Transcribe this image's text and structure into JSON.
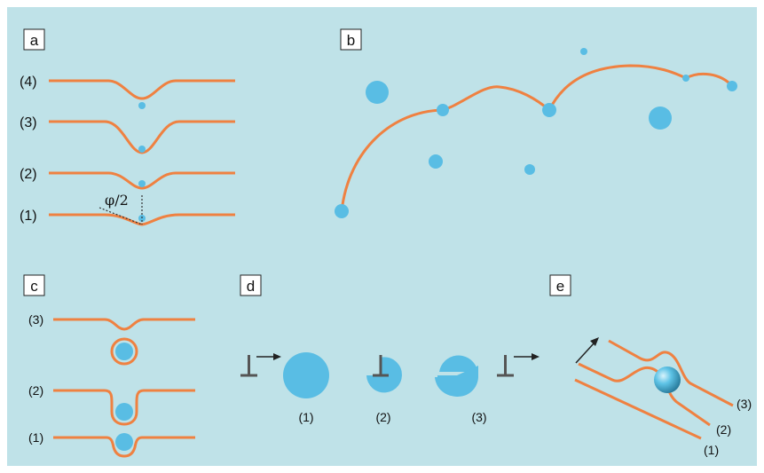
{
  "colors": {
    "background": "#bfe2e8",
    "line": "#ef8141",
    "particle": "#59bde4",
    "ink": "#333333"
  },
  "panels": {
    "a": {
      "letter": "a",
      "labels": [
        "(4)",
        "(3)",
        "(2)",
        "(1)"
      ],
      "angle_label": "φ/2"
    },
    "b": {
      "letter": "b"
    },
    "c": {
      "letter": "c",
      "labels": [
        "(3)",
        "(2)",
        "(1)"
      ]
    },
    "d": {
      "letter": "d",
      "labels": [
        "(1)",
        "(2)",
        "(3)"
      ],
      "icons": [
        "dislocation-icon",
        "arrow-right-icon"
      ]
    },
    "e": {
      "letter": "e",
      "labels": [
        "(3)",
        "(2)",
        "(1)"
      ],
      "icons": [
        "arrow-icon",
        "sphere-icon"
      ]
    }
  }
}
